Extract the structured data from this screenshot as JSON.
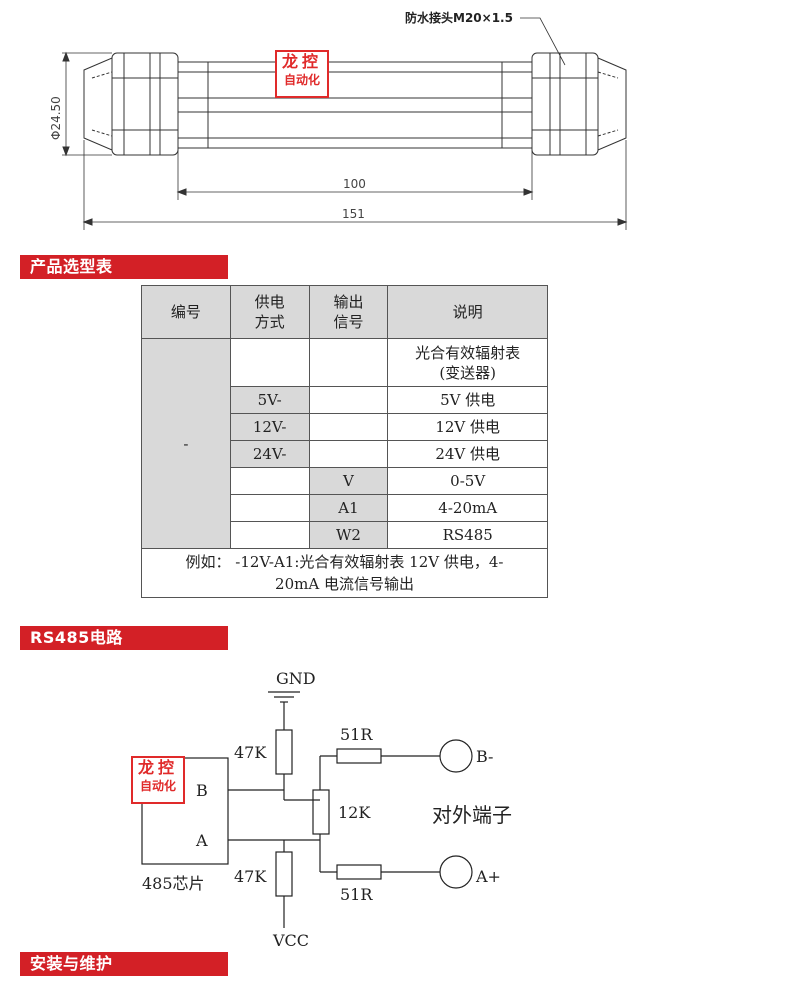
{
  "drawing": {
    "connector_label": "防水接头M20×1.5",
    "diameter_label": "Φ24.50",
    "inner_length": "100",
    "total_length": "151"
  },
  "sections": {
    "selection_table": "产品选型表",
    "rs485_circuit": "RS485电路",
    "install_maintain": "安装与维护"
  },
  "watermark": {
    "line1": "龙控",
    "line2": "自动化"
  },
  "table": {
    "headers": {
      "code": "编号",
      "power_line1": "供电",
      "power_line2": "方式",
      "output_line1": "输出",
      "output_line2": "信号",
      "desc": "说明"
    },
    "code_value": "-",
    "rows": [
      {
        "power": "",
        "output": "",
        "desc_line1": "光合有效辐射表",
        "desc_line2": "(变送器)"
      },
      {
        "power": "5V-",
        "output": "",
        "desc": "5V 供电"
      },
      {
        "power": "12V-",
        "output": "",
        "desc": "12V 供电"
      },
      {
        "power": "24V-",
        "output": "",
        "desc": "24V 供电"
      },
      {
        "power": "",
        "output": "V",
        "desc": "0-5V"
      },
      {
        "power": "",
        "output": "A1",
        "desc": "4-20mA"
      },
      {
        "power": "",
        "output": "W2",
        "desc": "RS485"
      }
    ],
    "note_line1": "例如： -12V-A1:光合有效辐射表 12V 供电，4-",
    "note_line2": "20mA 电流信号输出"
  },
  "circuit": {
    "gnd": "GND",
    "vcc": "VCC",
    "r_top": "47K",
    "r_bottom": "47K",
    "r_mid": "12K",
    "r_series_top": "51R",
    "r_series_bottom": "51R",
    "pin_b": "B",
    "pin_a": "A",
    "chip": "485芯片",
    "term_b": "B-",
    "term_a": "A+",
    "external": "对外端子"
  }
}
